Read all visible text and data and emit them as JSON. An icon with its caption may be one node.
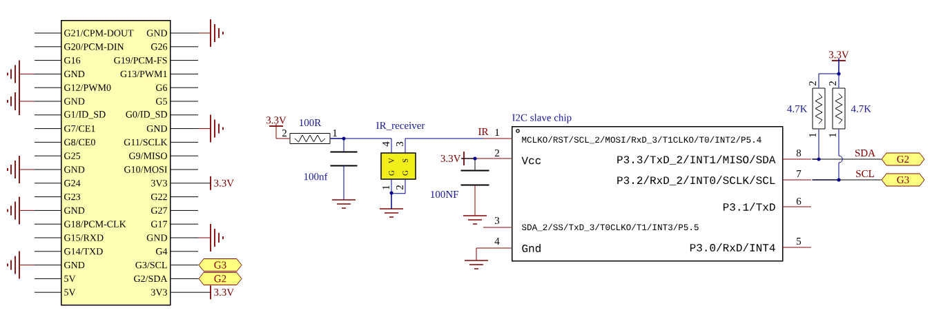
{
  "diagram": {
    "nodes": [
      {
        "text": [
          "G21/CPM-DOUT",
          "GND",
          "G20/PCM-DIN",
          "G26",
          "G16",
          "G19/PCM-FS",
          "GND",
          "G13/PWM1",
          "G12/PWM0",
          "G6",
          "GND",
          "G5",
          "G1/ID_SD",
          "G0/ID_SD",
          "G7/CE1",
          "GND",
          "G8/CE0",
          "G11/SCLK",
          "G25",
          "G9/MISO",
          "GND",
          "G10/MOSI",
          "G24",
          "3V3",
          "G23",
          "G22",
          "GND",
          "G27",
          "G18/PCM-CLK",
          "G17",
          "G15/RXD",
          "GND",
          "G14/TXD",
          "G4",
          "GND",
          "G3/SCL",
          "5V",
          "G2/SDA",
          "5V",
          "3V3"
        ]
      },
      {
        "text": [
          "3.3V"
        ]
      },
      {
        "text": [
          "G3"
        ]
      },
      {
        "text": [
          "G2"
        ]
      },
      {
        "text": [
          "3.3V"
        ]
      },
      {
        "text": [
          "3.3V"
        ]
      },
      {
        "text": [],
        "shape": "resistor",
        "beside": [
          "100R"
        ]
      },
      {
        "text": [],
        "shape": "capacitor",
        "beside": [
          "100nf"
        ]
      },
      {
        "text": [],
        "shape": "ground"
      },
      {
        "text": [
          "IR_receiver",
          "V",
          "S",
          "G",
          "G"
        ]
      },
      {
        "text": [],
        "shape": "ground"
      },
      {
        "text": [
          "3.3V"
        ]
      },
      {
        "text": [],
        "shape": "capacitor",
        "beside": [
          "100NF"
        ]
      },
      {
        "text": [],
        "shape": "ground"
      },
      {
        "text": [],
        "shape": "ground"
      },
      {
        "text": [
          "I2C slave chip",
          "MCLKO/RST/SCL_2/MOSI/RxD_3/T1CLKO/T0/INT2/P5.4",
          "Vcc",
          "P3.3/TxD_2/INT1/MISO/SDA",
          "P3.2/RxD_2/INT0/SCLK/SCL",
          "P3.1/TxD",
          "SDA_2/SS/TxD_3/T0CLKO/T1/INT3/P5.5",
          "Gnd",
          "P3.0/RxD/INT4"
        ]
      },
      {
        "text": [
          "3.3V"
        ]
      },
      {
        "text": [],
        "shape": "resistor",
        "beside": [
          "4.7K"
        ]
      },
      {
        "text": [],
        "shape": "resistor",
        "beside": [
          "4.7K"
        ]
      },
      {
        "text": [
          "G2"
        ]
      },
      {
        "text": [
          "G3"
        ]
      }
    ],
    "edges": [
      {
        "from": 5,
        "to": 6,
        "arrow": "none",
        "color": "#800000"
      },
      {
        "from": 6,
        "to": 7,
        "arrow": "none"
      },
      {
        "from": 6,
        "to": 9,
        "arrow": "none"
      },
      {
        "from": 7,
        "to": 8,
        "arrow": "none"
      },
      {
        "from": 9,
        "to": 10,
        "arrow": "none"
      },
      {
        "from": 9,
        "to": 10,
        "arrow": "none"
      },
      {
        "from": 9,
        "to": 15,
        "arrow": "none",
        "label": "IR"
      },
      {
        "from": 11,
        "to": 15,
        "arrow": "none",
        "color": "#800000"
      },
      {
        "from": 11,
        "to": 12,
        "arrow": "none",
        "color": "#000000"
      },
      {
        "from": 12,
        "to": 13,
        "arrow": "none",
        "color": "#800000"
      },
      {
        "from": 14,
        "to": 15,
        "arrow": "none",
        "color": "#800000"
      },
      {
        "from": 16,
        "to": 17,
        "arrow": "none"
      },
      {
        "from": 16,
        "to": 18,
        "arrow": "none"
      },
      {
        "from": 17,
        "to": 15,
        "arrow": "none"
      },
      {
        "from": 15,
        "to": 19,
        "arrow": "none",
        "label": "SDA",
        "color": "#000000"
      },
      {
        "from": 18,
        "to": 15,
        "arrow": "none"
      },
      {
        "from": 15,
        "to": 20,
        "arrow": "none",
        "label": "SCL",
        "color": "#000000"
      },
      {
        "from": 0,
        "to": 1,
        "arrow": "none",
        "color": "#000000"
      },
      {
        "from": 0,
        "to": 2,
        "arrow": "none",
        "color": "#000000"
      },
      {
        "from": 0,
        "to": 3,
        "arrow": "none",
        "color": "#000000"
      },
      {
        "from": 0,
        "to": 4,
        "arrow": "none",
        "color": "#000000"
      }
    ],
    "labels": [
      "2",
      "1",
      "4",
      "3",
      "1",
      "2",
      "1",
      "2",
      "3",
      "4",
      "8",
      "7",
      "6",
      "5",
      "2",
      "2",
      "1",
      "1"
    ]
  }
}
